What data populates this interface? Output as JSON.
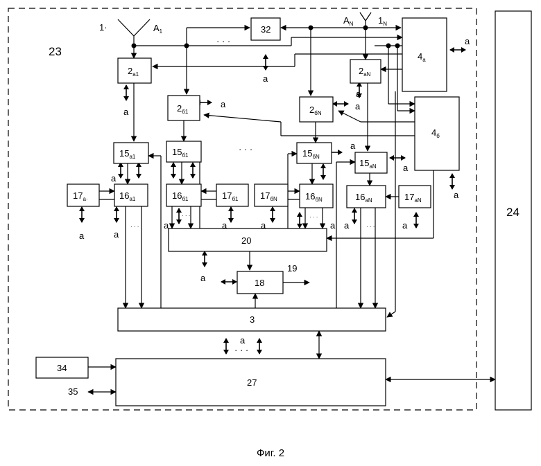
{
  "figure": {
    "caption": "Фиг. 2"
  },
  "labels": {
    "l23": "23",
    "l24": "24",
    "l19": "19",
    "l35": "35",
    "l1": "1",
    "l1_dot": "·",
    "l1N": "1",
    "l1N_sub": "N",
    "A1": "A",
    "A1_sub": "1",
    "AN": "A",
    "AN_sub": "N",
    "a": "a",
    "dots": "· · ·"
  },
  "blocks": {
    "b32": {
      "num": "32",
      "sub": ""
    },
    "b4a": {
      "num": "4",
      "sub": "a"
    },
    "b4b": {
      "num": "4",
      "sub": "б"
    },
    "b2a1": {
      "num": "2",
      "sub": "a1"
    },
    "b2aN": {
      "num": "2",
      "sub": "aN"
    },
    "b2b1": {
      "num": "2",
      "sub": "б1"
    },
    "b2bN": {
      "num": "2",
      "sub": "бN"
    },
    "b15a1": {
      "num": "15",
      "sub": "a1"
    },
    "b15b1": {
      "num": "15",
      "sub": "б1"
    },
    "b15bN": {
      "num": "15",
      "sub": "бN"
    },
    "b15aN": {
      "num": "15",
      "sub": "aN"
    },
    "b17a": {
      "num": "17",
      "sub": "a·"
    },
    "b16a1": {
      "num": "16",
      "sub": "a1"
    },
    "b16b1": {
      "num": "16",
      "sub": "б1"
    },
    "b17b1": {
      "num": "17",
      "sub": "б1"
    },
    "b17bN": {
      "num": "17",
      "sub": "бN"
    },
    "b16bN": {
      "num": "16",
      "sub": "бN"
    },
    "b16aN": {
      "num": "16",
      "sub": "aN"
    },
    "b17aN": {
      "num": "17",
      "sub": "aN"
    },
    "b20": {
      "num": "20",
      "sub": ""
    },
    "b18": {
      "num": "18",
      "sub": ""
    },
    "b3": {
      "num": "3",
      "sub": ""
    },
    "b34": {
      "num": "34",
      "sub": ""
    },
    "b27": {
      "num": "27",
      "sub": ""
    },
    "b24": {
      "num": "24",
      "sub": ""
    }
  }
}
